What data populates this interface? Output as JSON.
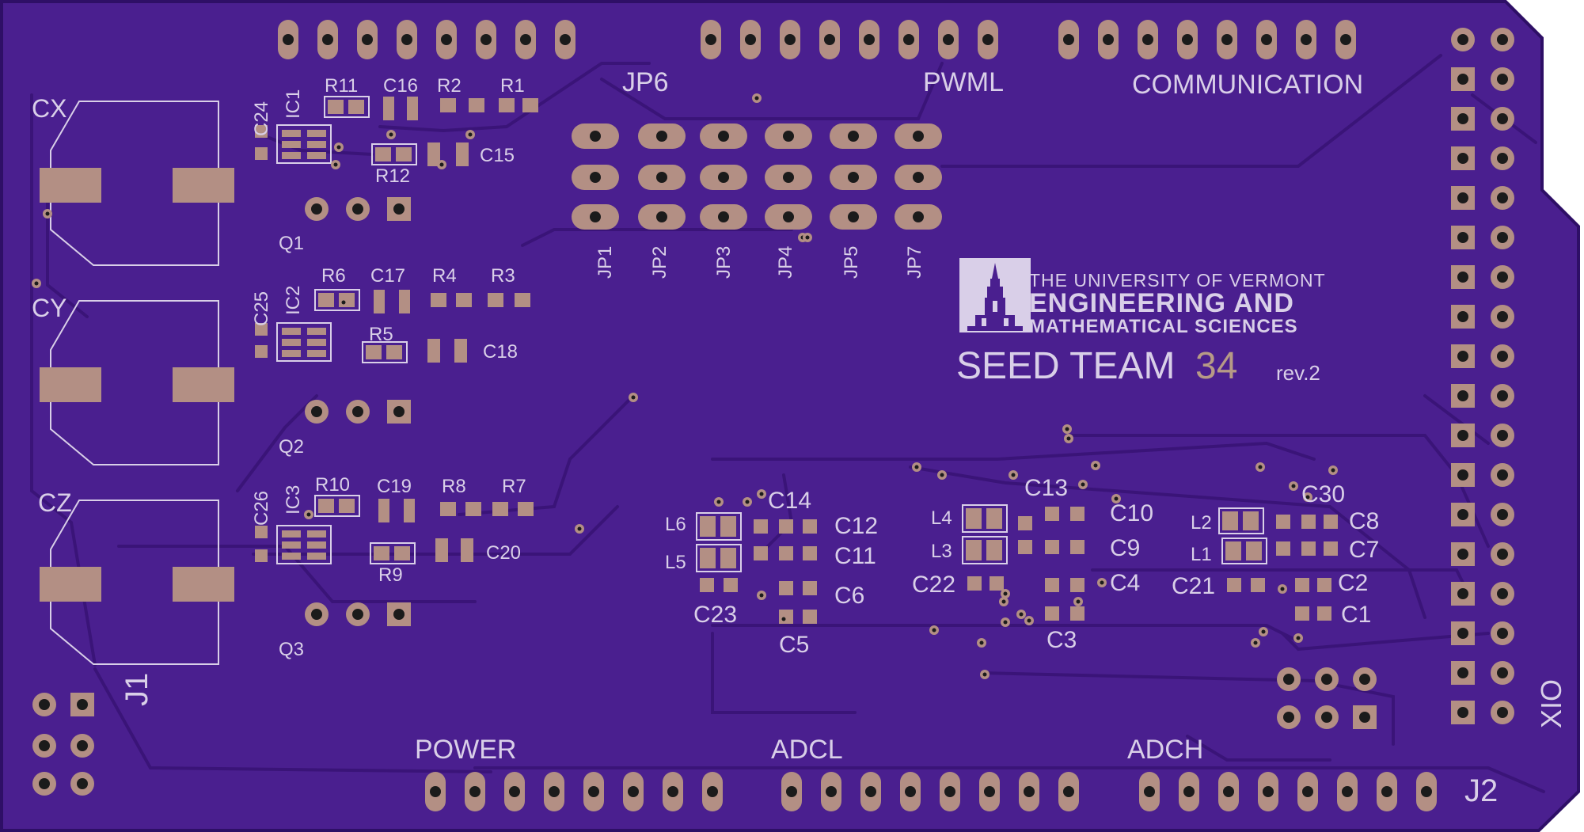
{
  "board": {
    "header_labels": {
      "jp6": "JP6",
      "pwml": "PWML",
      "communication": "COMMUNICATION",
      "power": "POWER",
      "adcl": "ADCL",
      "adch": "ADCH",
      "j2": "J2",
      "j1": "J1",
      "xio": "XIO"
    },
    "sensor_labels": {
      "cx": "CX",
      "cy": "CY",
      "cz": "CZ"
    },
    "transistor_labels": {
      "q1": "Q1",
      "q2": "Q2",
      "q3": "Q3"
    },
    "jumper_labels": [
      "JP1",
      "JP2",
      "JP3",
      "JP4",
      "JP5",
      "JP7"
    ],
    "component_labels": {
      "c24": "C24",
      "ic1": "IC1",
      "r11": "R11",
      "c16": "C16",
      "r2": "R2",
      "r1": "R1",
      "r12": "R12",
      "c15": "C15",
      "c25": "C25",
      "ic2": "IC2",
      "r6": "R6",
      "c17": "C17",
      "r4": "R4",
      "r3": "R3",
      "r5": "R5",
      "c18": "C18",
      "c26": "C26",
      "ic3": "IC3",
      "r10": "R10",
      "c19": "C19",
      "r8": "R8",
      "r7": "R7",
      "r9": "R9",
      "c20": "C20",
      "l6": "L6",
      "l5": "L5",
      "c14": "C14",
      "c12": "C12",
      "c11": "C11",
      "c6": "C6",
      "c23": "C23",
      "c5": "C5",
      "l4": "L4",
      "l3": "L3",
      "c13": "C13",
      "c10": "C10",
      "c9": "C9",
      "c4": "C4",
      "c22": "C22",
      "c3": "C3",
      "l2": "L2",
      "l1": "L1",
      "c30": "C30",
      "c8": "C8",
      "c7": "C7",
      "c2": "C2",
      "c1": "C1",
      "c21": "C21"
    },
    "logo": {
      "line1": "THE UNIVERSITY OF VERMONT",
      "line2": "ENGINEERING AND",
      "line3": "MATHEMATICAL SCIENCES"
    },
    "team": {
      "name": "SEED TEAM",
      "number": "34",
      "revision": "rev.2"
    }
  },
  "colors": {
    "board": "#4a1f8f",
    "board_edge": "#2e0f66",
    "trace": "#3a1478",
    "silk": "#d9cfe8",
    "pad": "#b38f84",
    "pad_hole": "#1b1b1b",
    "accent_number": "#b79a86"
  }
}
